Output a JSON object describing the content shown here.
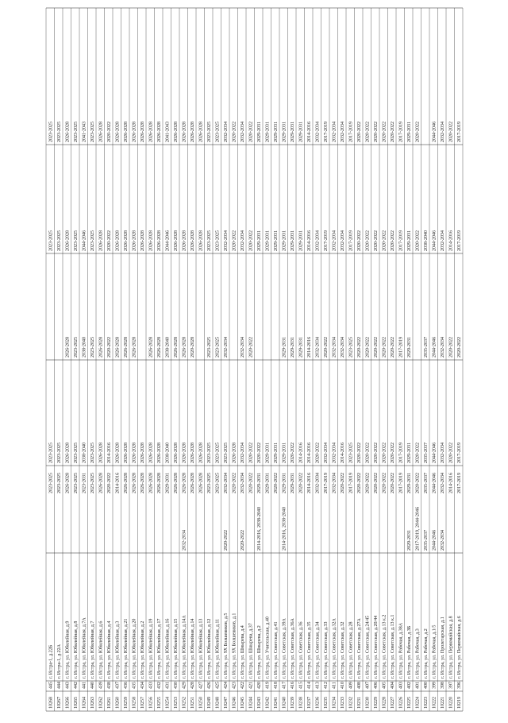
{
  "rows": [
    {
      "id": "10219",
      "n": "396",
      "addr": "г. Истра, ул. Первомайская, д.6",
      "c1": "2017-2019",
      "c2": "",
      "c3": "2017-2019",
      "c4": "2020-2022",
      "c5": "2017-2019",
      "c6": "2017-2019"
    },
    {
      "id": "10220",
      "n": "397",
      "addr": "г. Истра, ул. Первомайская, д.8",
      "c1": "2014-2016",
      "c2": "",
      "c3": "2020-2022",
      "c4": "2020-2022",
      "c5": "2014-2016",
      "c6": "2020-2022"
    },
    {
      "id": "10221",
      "n": "398",
      "addr": "г. Истра, ул. Пролетарская, д.1",
      "c1": "2032-2034",
      "c2": "2032-2034",
      "c3": "2032-2034",
      "c4": "2032-2034",
      "c5": "2032-2034",
      "c6": "2032-2034"
    },
    {
      "id": "10222",
      "n": "399",
      "addr": "г. Истра, ул. Рабочая, д.1/5",
      "c1": "2044-2046",
      "c2": "2044-2046",
      "c3": "2044-2046",
      "c4": "2044-2046",
      "c5": "2044-2046",
      "c6": "2044-2046"
    },
    {
      "id": "10223",
      "n": "400",
      "addr": "г. Истра, ул. Рабочая, д.2",
      "c1": "2035-2037",
      "c2": "2035-2037",
      "c3": "2035-2037",
      "c4": "2035-2037",
      "c5": "2038-2040",
      "c6": ""
    },
    {
      "id": "10224",
      "n": "401",
      "addr": "г. Истра, ул. Рабочая, д.3",
      "c1": "2020-2022",
      "c2": "2017-2019, 2044-2046",
      "c3": "2020-2022",
      "c4": "",
      "c5": "2020-2022",
      "c6": "2020-2022"
    },
    {
      "id": "10225",
      "n": "402",
      "addr": "г. Истра, ул. Рабочая, д.3Б",
      "c1": "2029-2031",
      "c2": "2029-2031",
      "c3": "2029-2031",
      "c4": "2029-2031",
      "c5": "2029-2031",
      "c6": "2029-2031"
    },
    {
      "id": "10226",
      "n": "403",
      "addr": "г. Истра, ул. Рабочая, д.38А",
      "c1": "2017-2019",
      "c2": "",
      "c3": "2017-2019",
      "c4": "2017-2019",
      "c5": "2017-2019",
      "c6": "2017-2019"
    },
    {
      "id": "10227",
      "n": "404",
      "addr": "г. Истра, ул. Советская, д.13 к.1",
      "c1": "2020-2022",
      "c2": "",
      "c3": "2020-2022",
      "c4": "2020-2022",
      "c5": "2020-2022",
      "c6": "2020-2022"
    },
    {
      "id": "10228",
      "n": "405",
      "addr": "г. Истра, ул. Советская, д.13 к.2",
      "c1": "2020-2022",
      "c2": "",
      "c3": "2020-2022",
      "c4": "2020-2022",
      "c5": "2020-2022",
      "c6": "2020-2022"
    },
    {
      "id": "10229",
      "n": "406",
      "addr": "г. Истра, ул. Советская, д.20/44",
      "c1": "2020-2022",
      "c2": "",
      "c3": "2020-2022",
      "c4": "2020-2022",
      "c5": "2020-2022",
      "c6": "2020-2022"
    },
    {
      "id": "10230",
      "n": "407",
      "addr": "г. Истра, ул. Советская, д.24/45",
      "c1": "2020-2022",
      "c2": "",
      "c3": "2020-2022",
      "c4": "2020-2022",
      "c5": "2020-2022",
      "c6": "2020-2022"
    },
    {
      "id": "10231",
      "n": "408",
      "addr": "г. Истра, ул. Советская, д.27А",
      "c1": "2020-2022",
      "c2": "",
      "c3": "2020-2022",
      "c4": "2020-2022",
      "c5": "2020-2022",
      "c6": "2020-2022"
    },
    {
      "id": "10232",
      "n": "409",
      "addr": "г. Истра, ул. Советская, д.28",
      "c1": "2017-2019",
      "c2": "",
      "c3": "2023-2025",
      "c4": "2023-2025",
      "c5": "2017-2019",
      "c6": "2017-2019"
    },
    {
      "id": "10233",
      "n": "410",
      "addr": "г. Истра, ул. Советская, д.32",
      "c1": "2020-2022",
      "c2": "",
      "c3": "2014-2016",
      "c4": "2032-2034",
      "c5": "2032-2034",
      "c6": "2032-2034"
    },
    {
      "id": "10234",
      "n": "411",
      "addr": "г. Истра, ул. Советская, д.32А",
      "c1": "2032-2034",
      "c2": "",
      "c3": "2032-2034",
      "c4": "2032-2034",
      "c5": "2032-2034",
      "c6": "2032-2034"
    },
    {
      "id": "10235",
      "n": "412",
      "addr": "г. Истра, ул. Советская, д.33",
      "c1": "2017-2019",
      "c2": "",
      "c3": "2032-2034",
      "c4": "2020-2022",
      "c5": "2017-2019",
      "c6": "2017-2019"
    },
    {
      "id": "10236",
      "n": "413",
      "addr": "г. Истра, ул. Советская, д.34",
      "c1": "2032-2034",
      "c2": "",
      "c3": "2020-2022",
      "c4": "2032-2034",
      "c5": "2032-2034",
      "c6": "2032-2034"
    },
    {
      "id": "10237",
      "n": "414",
      "addr": "г. Истра, ул. Советская, д.35",
      "c1": "2014-2016",
      "c2": "",
      "c3": "2014-2016",
      "c4": "2014-2016",
      "c5": "2014-2016",
      "c6": "2014-2016"
    },
    {
      "id": "10238",
      "n": "415",
      "addr": "г. Истра, ул. Советская, д.36",
      "c1": "2020-2022",
      "c2": "",
      "c3": "2014-2016",
      "c4": "2029-2031",
      "c5": "2029-2031",
      "c6": "2029-2031"
    },
    {
      "id": "10239",
      "n": "416",
      "addr": "г. Истра, ул. Советская, д.36А",
      "c1": "2029-2031",
      "c2": "",
      "c3": "2020-2022",
      "c4": "2029-2031",
      "c5": "2029-2031",
      "c6": "2029-2031"
    },
    {
      "id": "10240",
      "n": "417",
      "addr": "г. Истра, ул. Советская, д.39А",
      "c1": "2029-2031",
      "c2": "2014-2016, 2038-2040",
      "c3": "2029-2031",
      "c4": "2029-2031",
      "c5": "2029-2031",
      "c6": "2029-2031"
    },
    {
      "id": "10241",
      "n": "418",
      "addr": "г. Истра, ул. Советская, д.41",
      "c1": "2020-2022",
      "c2": "",
      "c3": "2029-2031",
      "c4": "",
      "c5": "2029-2031",
      "c6": "2029-2031"
    },
    {
      "id": "10242",
      "n": "419",
      "addr": "г. Истра, ул. Учительская, д.40",
      "c1": "2029-2031",
      "c2": "",
      "c3": "2029-2031",
      "c4": "",
      "c5": "2029-2031",
      "c6": "2029-2031"
    },
    {
      "id": "10243",
      "n": "420",
      "addr": "г. Истра, ул. Шнырева, д.2",
      "c1": "2029-2031",
      "c2": "2014-2016, 2038-2040",
      "c3": "2020-2022",
      "c4": "",
      "c5": "2029-2031",
      "c6": "2029-2031"
    },
    {
      "id": "10244",
      "n": "421",
      "addr": "г. Истра, ул. Шнырева, д.37",
      "c1": "2020-2022",
      "c2": "",
      "c3": "2020-2022",
      "c4": "2020-2022",
      "c5": "2020-2022",
      "c6": "2020-2022"
    },
    {
      "id": "10245",
      "n": "422",
      "addr": "г. Истра, ул. Шнырева, д.4",
      "c1": "2032-2034",
      "c2": "2020-2022",
      "c3": "2032-2034",
      "c4": "2032-2034",
      "c5": "2032-2034",
      "c6": "2032-2034"
    },
    {
      "id": "10246",
      "n": "423",
      "addr": "г. Истра, ул. 9Х Болшевиков, д.1",
      "c1": "2020-2022",
      "c2": "",
      "c3": "2026-2028",
      "c4": "",
      "c5": "2020-2022",
      "c6": "2020-2022"
    },
    {
      "id": "10247",
      "n": "424",
      "addr": "г. Истра, ул. 9Х Болшевиков, д.5",
      "c1": "2032-2034",
      "c2": "2020-2022",
      "c3": "2023-2025",
      "c4": "2032-2034",
      "c5": "2032-2034",
      "c6": "2032-2034"
    },
    {
      "id": "10248",
      "n": "425",
      "addr": "г. Истра, ул. Юбилейная, д.11",
      "c1": "2023-2025",
      "c2": "",
      "c3": "2023-2025",
      "c4": "2023-2025",
      "c5": "2023-2025",
      "c6": "2023-2025"
    },
    {
      "id": "10249",
      "n": "426",
      "addr": "г. Истра, ул. Юбилейная, д.12",
      "c1": "2023-2025",
      "c2": "",
      "c3": "2023-2025",
      "c4": "2023-2025",
      "c5": "2023-2025",
      "c6": "2023-2025"
    },
    {
      "id": "10250",
      "n": "427",
      "addr": "г. Истра, ул. Юбилейная, д.13",
      "c1": "2026-2028",
      "c2": "",
      "c3": "2026-2028",
      "c4": "",
      "c5": "2026-2028",
      "c6": "2026-2028"
    },
    {
      "id": "10251",
      "n": "428",
      "addr": "г. Истра, ул. Юбилейная, д.14",
      "c1": "2026-2028",
      "c2": "",
      "c3": "2026-2028",
      "c4": "2020-2028",
      "c5": "2026-2028",
      "c6": "2026-2028"
    },
    {
      "id": "10252",
      "n": "429",
      "addr": "г. Истра, ул. Юбилейная, д.14А",
      "c1": "2026-2028",
      "c2": "2032-2034",
      "c3": "2026-2028",
      "c4": "2026-2028",
      "c5": "2026-2028",
      "c6": "2026-2028"
    },
    {
      "id": "10253",
      "n": "430",
      "addr": "г. Истра, ул. Юбилейная, д.15",
      "c1": "2026-2028",
      "c2": "",
      "c3": "2026-2028",
      "c4": "2026-2028",
      "c5": "2026-2028",
      "c6": "2026-2028"
    },
    {
      "id": "10254",
      "n": "431",
      "addr": "г. Истра, ул. Юбилейная, д.16",
      "c1": "2029-2031",
      "c2": "",
      "c3": "2038-2040",
      "c4": "2038-2040",
      "c5": "2044-2046",
      "c6": "2041-2043"
    },
    {
      "id": "10255",
      "n": "432",
      "addr": "г. Истра, ул. Юбилейная, д.17",
      "c1": "2026-2028",
      "c2": "",
      "c3": "2026-2028",
      "c4": "2026-2028",
      "c5": "2026-2028",
      "c6": "2026-2028"
    },
    {
      "id": "10256",
      "n": "433",
      "addr": "г. Истра, ул. Юбилейная, д.19",
      "c1": "2026-2028",
      "c2": "",
      "c3": "2026-2028",
      "c4": "2026-2028",
      "c5": "2026-2028",
      "c6": "2026-2028"
    },
    {
      "id": "10257",
      "n": "434",
      "addr": "г. Истра, ул. Юбилейная, д.2",
      "c1": "2026-2028",
      "c2": "",
      "c3": "2026-2028",
      "c4": "",
      "c5": "2026-2028",
      "c6": "2026-2028"
    },
    {
      "id": "10258",
      "n": "435",
      "addr": "г. Истра, ул. Юбилейная, д.20",
      "c1": "2026-2028",
      "c2": "",
      "c3": "2026-2028",
      "c4": "2026-2028",
      "c5": "2026-2028",
      "c6": "2026-2028"
    },
    {
      "id": "10259",
      "n": "436",
      "addr": "г. Истра, ул. Юбилейная, д.21",
      "c1": "2026-2028",
      "c2": "",
      "c3": "2026-2028",
      "c4": "2026-2028",
      "c5": "2026-2028",
      "c6": "2026-2028"
    },
    {
      "id": "10260",
      "n": "437",
      "addr": "г. Истра, ул. Юбилейная, д.3",
      "c1": "2014-2016",
      "c2": "",
      "c3": "2026-2028",
      "c4": "2026-2028",
      "c5": "2026-2028",
      "c6": "2026-2028"
    },
    {
      "id": "10261",
      "n": "438",
      "addr": "г. Истра, ул. Юбилейная, д.4",
      "c1": "2020-2022",
      "c2": "",
      "c3": "2014-2016",
      "c4": "2020-2022",
      "c5": "2020-2022",
      "c6": "2020-2022"
    },
    {
      "id": "10262",
      "n": "439",
      "addr": "г. Истра, ул. Юбилейная, д.6",
      "c1": "2026-2028",
      "c2": "",
      "c3": "2026-2028",
      "c4": "2026-2028",
      "c5": "2026-2028",
      "c6": "2026-2028"
    },
    {
      "id": "10263",
      "n": "440",
      "addr": "г. Истра, ул. Юбилейная, д.7",
      "c1": "2023-2025",
      "c2": "",
      "c3": "2023-2025",
      "c4": "2023-2025",
      "c5": "2023-2025",
      "c6": "2023-2025"
    },
    {
      "id": "10264",
      "n": "441",
      "addr": "г. Истра, ул. Юбилейная, д.7А",
      "c1": "2023-2031",
      "c2": "",
      "c3": "2038-2040",
      "c4": "2038-2040",
      "c5": "2044-2046",
      "c6": "2041-2043"
    },
    {
      "id": "10265",
      "n": "442",
      "addr": "г. Истра, ул. Юбилейная, д.8",
      "c1": "2023-2025",
      "c2": "",
      "c3": "2023-2025",
      "c4": "2023-2025",
      "c5": "2023-2025",
      "c6": "2023-2025"
    },
    {
      "id": "10266",
      "n": "443",
      "addr": "г. Истра, ул. Юбилейная, д.9",
      "c1": "2026-2028",
      "c2": "",
      "c3": "2026-2028",
      "c4": "2026-2028",
      "c5": "2026-2028",
      "c6": "2026-2028"
    },
    {
      "id": "10267",
      "n": "444",
      "addr": "г. Истра-1, д.22А",
      "c1": "2023-2025",
      "c2": "",
      "c3": "2023-2025",
      "c4": "",
      "c5": "2023-2025",
      "c6": "2023-2025"
    },
    {
      "id": "10268",
      "n": "445",
      "addr": "г. Истра-1, д.22Б",
      "c1": "2023-2025",
      "c2": "",
      "c3": "2023-2025",
      "c4": "",
      "c5": "2023-2025",
      "c6": "2023-2025"
    }
  ]
}
